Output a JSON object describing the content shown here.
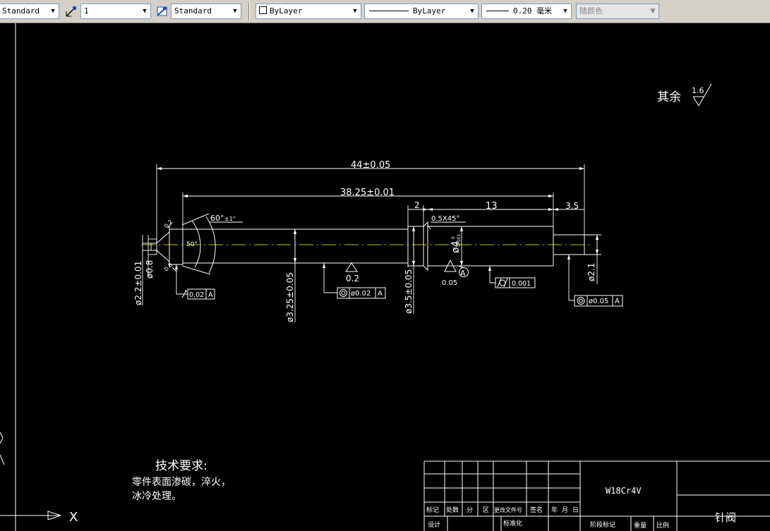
{
  "toolbar": {
    "text_style": "Standard",
    "dim_scale": "1",
    "dim_style": "Standard",
    "layer": "ByLayer",
    "linetype": "ByLayer",
    "lineweight": "0.20 毫米",
    "plot_color": "随颜色"
  },
  "drawing": {
    "dims": {
      "total_length": "44±0.05",
      "main_length": "38.25±0.01",
      "seg_2": "2",
      "seg_13": "13",
      "seg_3_5": "3.5",
      "chamfer": "0.5X45°",
      "angle_60": "60°",
      "angle_tol": "±1°",
      "angle_50": "50°",
      "dia_2_2": "ø2.2±0.01",
      "dia_0_8": "ø0.8",
      "dia_3_25": "ø3.25±0.05",
      "dia_3_5": "ø3.5±0.05",
      "dia_4": "ø4",
      "dia_4_tol_upper": "0",
      "dia_4_tol_lower": "-0.001",
      "dia_2_1": "ø2.1",
      "rough_left_1": "0.2",
      "rough_left_2": "0.8",
      "rough_top": "0.2",
      "rough_mid": "0.05"
    },
    "fcf": {
      "runout_value": "0.02",
      "runout_datum": "A",
      "concentric_1_value": "ø0.02",
      "concentric_1_datum": "A",
      "cylindricity_value": "0.001",
      "concentric_2_value": "ø0.05",
      "concentric_2_datum": "A"
    },
    "datum_label": "A",
    "roughness_other_label": "其余",
    "roughness_other_value": "1.6",
    "tech_title": "技术要求:",
    "tech_line1": "零件表面渗碳，淬火，",
    "tech_line2": "冰冷处理。"
  },
  "title_block": {
    "material": "W18Cr4V",
    "part_name": "针阀",
    "headers": [
      "标记",
      "处数",
      "分",
      "区",
      "更改文件号",
      "签名",
      "年",
      "月",
      "日"
    ],
    "design": "设计",
    "standardize": "标准化",
    "stage_mark": "阶段标记",
    "weight": "重量",
    "scale": "比例"
  },
  "ucs": {
    "x_label": "X"
  },
  "colors": {
    "background": "#000000",
    "lines": "#ffffff",
    "centerline": "#ffff00",
    "toolbar": "#d4d0c8"
  }
}
